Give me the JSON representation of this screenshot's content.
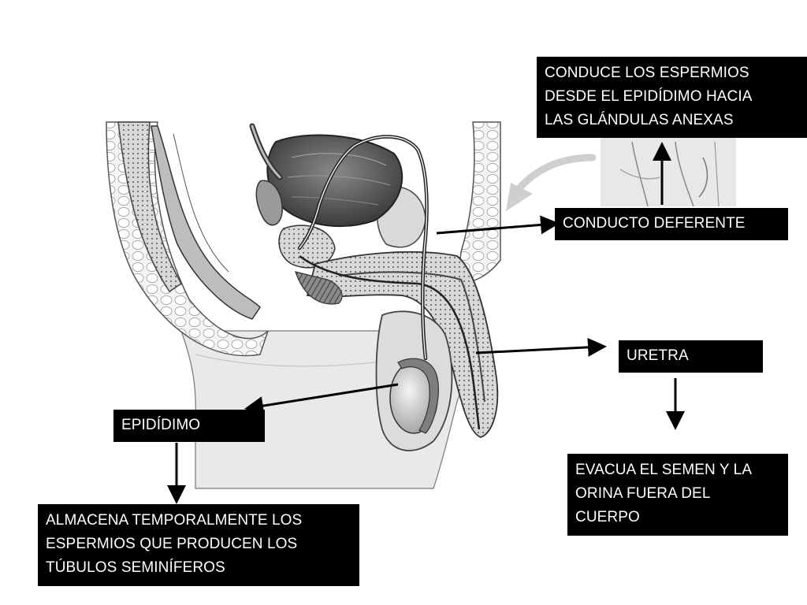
{
  "labels": {
    "conduce": "CONDUCE LOS ESPERMIOS\nDESDE EL EPIDÍDIMO HACIA\nLAS GLÁNDULAS ANEXAS",
    "conducto": "CONDUCTO  DEFERENTE",
    "uretra": "URETRA",
    "evacua": "EVACUA EL SEMEN Y LA\nORINA FUERA DEL\nCUERPO",
    "epididimo": "EPIDÍDIMO",
    "almacena": "ALMACENA TEMPORALMENTE LOS\nESPERMIOS QUE PRODUCEN LOS\nTÚBULOS SEMINÍFEROS"
  },
  "colors": {
    "label_bg": "#000000",
    "label_text": "#ffffff",
    "arrow": "#000000"
  }
}
